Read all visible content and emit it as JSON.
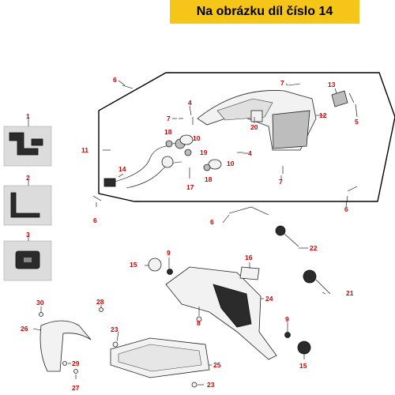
{
  "banner": {
    "text": "Na obrázku díl číslo 14"
  },
  "callouts": {
    "c1": "1",
    "c2": "2",
    "c3": "3",
    "c4a": "4",
    "c4b": "4",
    "c5": "5",
    "c6a": "6",
    "c6b": "6",
    "c6c": "6",
    "c6d": "6",
    "c7a": "7",
    "c7b": "7",
    "c7c": "7",
    "c8": "8",
    "c9a": "9",
    "c9b": "9",
    "c10a": "10",
    "c10b": "10",
    "c11": "11",
    "c12": "12",
    "c13": "13",
    "c14": "14",
    "c15a": "15",
    "c15b": "15",
    "c16": "16",
    "c17": "17",
    "c18a": "18",
    "c18b": "18",
    "c19": "19",
    "c20": "20",
    "c21": "21",
    "c22": "22",
    "c23a": "23",
    "c23b": "23",
    "c24": "24",
    "c25": "25",
    "c26": "26",
    "c27": "27",
    "c28": "28",
    "c29": "29",
    "c30": "30"
  },
  "colors": {
    "banner": "#f5c518",
    "callout": "#d00000"
  }
}
